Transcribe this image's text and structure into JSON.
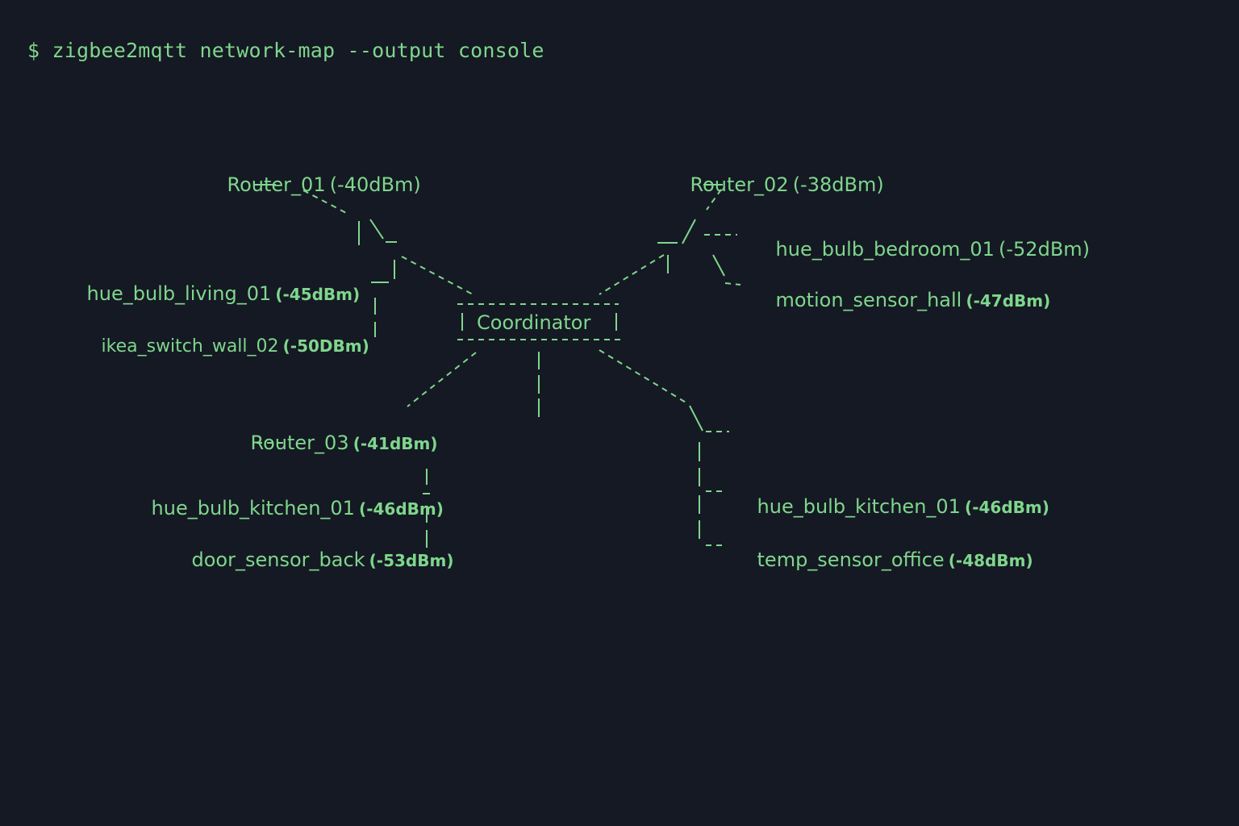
{
  "terminal": {
    "prompt_symbol": "$",
    "command": "zigbee2mqtt network-map --output console"
  },
  "network_map": {
    "coordinator": {
      "label": "Coordinator"
    },
    "routers": [
      {
        "name": "Router_01",
        "rssi": "(-40dBm)"
      },
      {
        "name": "Router_02",
        "rssi": "(-38dBm)"
      },
      {
        "name": "Router_03",
        "rssi": "(-41dBm)"
      }
    ],
    "devices": [
      {
        "name": "hue_bulb_living_01",
        "rssi": "(-45dBm)"
      },
      {
        "name": "ikea_switch_wall_02",
        "rssi": "(-50DBm)"
      },
      {
        "name": "hue_bulb_bedroom_01",
        "rssi": "(-52dBm)"
      },
      {
        "name": "motion_sensor_hall",
        "rssi": "(-47dBm)"
      },
      {
        "name": "hue_bulb_kitchen_01",
        "rssi": "(-46dBm)"
      },
      {
        "name": "door_sensor_back",
        "rssi": "(-53dBm)"
      },
      {
        "name": "hue_bulb_kitchen_01",
        "rssi": "(-46dBm)"
      },
      {
        "name": "temp_sensor_office",
        "rssi": "(-48dBm)"
      }
    ]
  },
  "colors": {
    "background": "#151923",
    "foreground": "#7fd68d"
  }
}
